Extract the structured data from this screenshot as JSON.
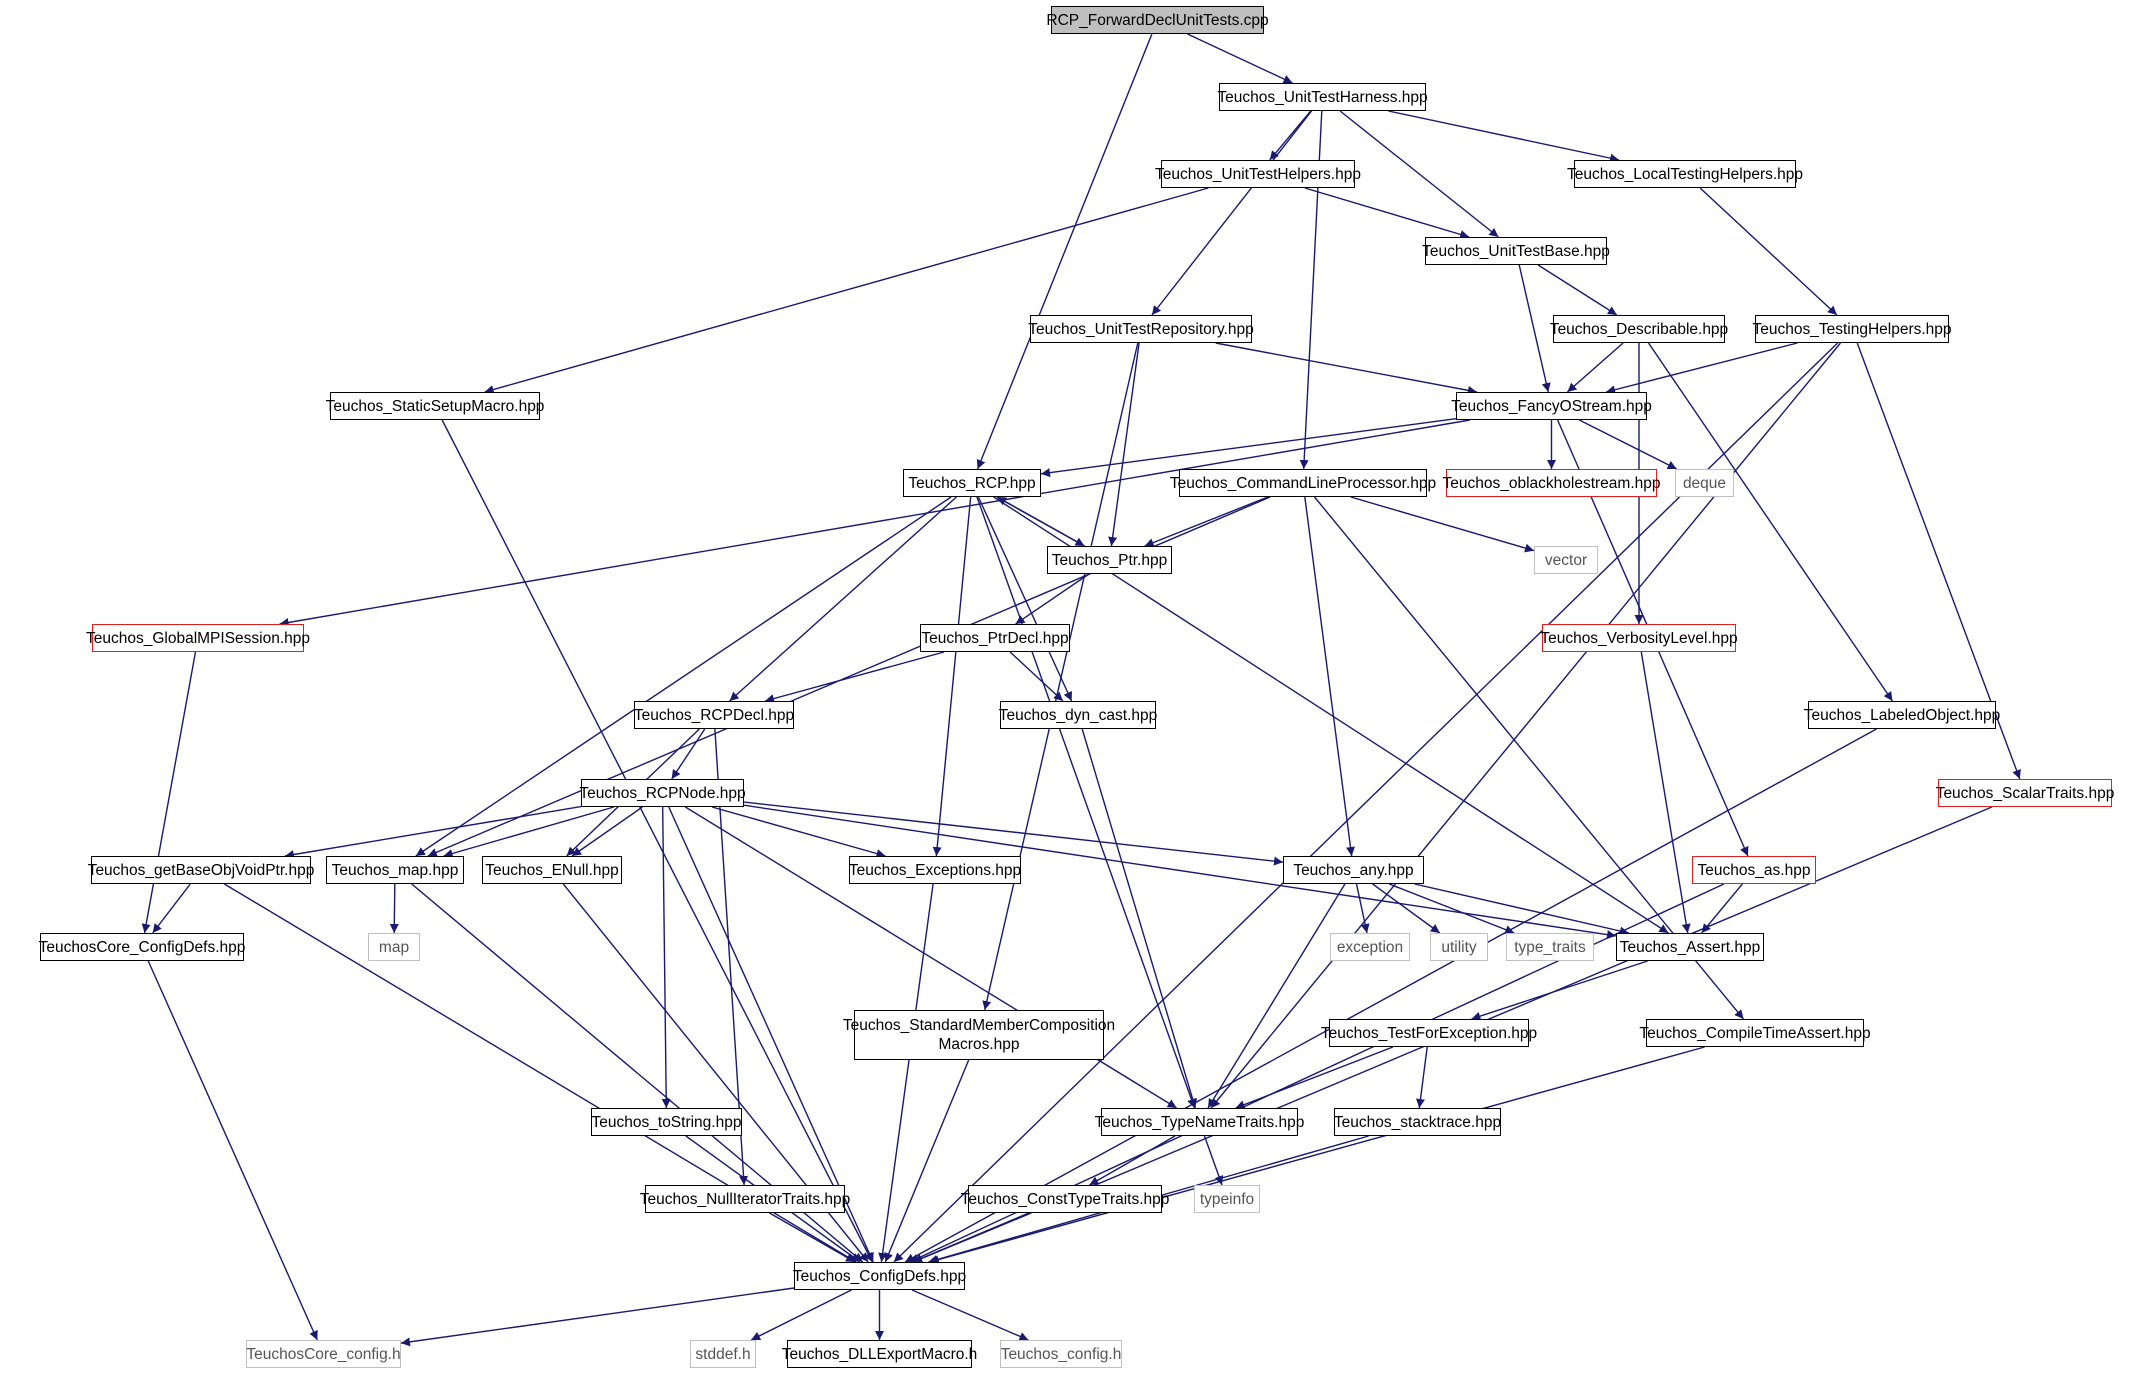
{
  "colors": {
    "edge": "#191970",
    "node_border": "#000000",
    "root_fill": "#bfbfbf",
    "highlight_border": "#e11d1d",
    "external_border": "#c0c0c0"
  },
  "nodes": {
    "root": {
      "label": "RCP_ForwardDeclUnitTests.cpp",
      "kind": "root"
    },
    "harness": {
      "label": "Teuchos_UnitTestHarness.hpp",
      "kind": "normal"
    },
    "helpers": {
      "label": "Teuchos_UnitTestHelpers.hpp",
      "kind": "normal"
    },
    "localtesting": {
      "label": "Teuchos_LocalTestingHelpers.hpp",
      "kind": "normal"
    },
    "unittestbase": {
      "label": "Teuchos_UnitTestBase.hpp",
      "kind": "normal"
    },
    "repository": {
      "label": "Teuchos_UnitTestRepository.hpp",
      "kind": "normal"
    },
    "describable": {
      "label": "Teuchos_Describable.hpp",
      "kind": "normal"
    },
    "testinghelpers": {
      "label": "Teuchos_TestingHelpers.hpp",
      "kind": "normal"
    },
    "staticsetup": {
      "label": "Teuchos_StaticSetupMacro.hpp",
      "kind": "normal"
    },
    "fancyostream": {
      "label": "Teuchos_FancyOStream.hpp",
      "kind": "normal"
    },
    "rcp": {
      "label": "Teuchos_RCP.hpp",
      "kind": "normal"
    },
    "cmdline": {
      "label": "Teuchos_CommandLineProcessor.hpp",
      "kind": "normal"
    },
    "oblackhole": {
      "label": "Teuchos_oblackholestream.hpp",
      "kind": "red"
    },
    "deque": {
      "label": "deque",
      "kind": "external"
    },
    "ptr": {
      "label": "Teuchos_Ptr.hpp",
      "kind": "normal"
    },
    "vector": {
      "label": "vector",
      "kind": "external"
    },
    "globalmpi": {
      "label": "Teuchos_GlobalMPISession.hpp",
      "kind": "red"
    },
    "ptrdecl": {
      "label": "Teuchos_PtrDecl.hpp",
      "kind": "normal"
    },
    "verbosity": {
      "label": "Teuchos_VerbosityLevel.hpp",
      "kind": "red"
    },
    "rcpdecl": {
      "label": "Teuchos_RCPDecl.hpp",
      "kind": "normal"
    },
    "dyncast": {
      "label": "Teuchos_dyn_cast.hpp",
      "kind": "normal"
    },
    "labeledobject": {
      "label": "Teuchos_LabeledObject.hpp",
      "kind": "normal"
    },
    "rcpnode": {
      "label": "Teuchos_RCPNode.hpp",
      "kind": "normal"
    },
    "scalartraits": {
      "label": "Teuchos_ScalarTraits.hpp",
      "kind": "red"
    },
    "getbaseobj": {
      "label": "Teuchos_getBaseObjVoidPtr.hpp",
      "kind": "normal"
    },
    "map_hpp": {
      "label": "Teuchos_map.hpp",
      "kind": "normal"
    },
    "enull": {
      "label": "Teuchos_ENull.hpp",
      "kind": "normal"
    },
    "exceptions": {
      "label": "Teuchos_Exceptions.hpp",
      "kind": "normal"
    },
    "any": {
      "label": "Teuchos_any.hpp",
      "kind": "normal"
    },
    "as": {
      "label": "Teuchos_as.hpp",
      "kind": "red"
    },
    "coreconfigdefs": {
      "label": "TeuchosCore_ConfigDefs.hpp",
      "kind": "normal"
    },
    "map": {
      "label": "map",
      "kind": "external"
    },
    "exception": {
      "label": "exception",
      "kind": "external"
    },
    "utility": {
      "label": "utility",
      "kind": "external"
    },
    "type_traits": {
      "label": "type_traits",
      "kind": "external"
    },
    "assert": {
      "label": "Teuchos_Assert.hpp",
      "kind": "normal"
    },
    "stdmember": {
      "label": "Teuchos_StandardMemberComposition Macros.hpp",
      "kind": "normal"
    },
    "testforexc": {
      "label": "Teuchos_TestForException.hpp",
      "kind": "normal"
    },
    "compiletime": {
      "label": "Teuchos_CompileTimeAssert.hpp",
      "kind": "normal"
    },
    "tostring": {
      "label": "Teuchos_toString.hpp",
      "kind": "normal"
    },
    "typename": {
      "label": "Teuchos_TypeNameTraits.hpp",
      "kind": "normal"
    },
    "stacktrace": {
      "label": "Teuchos_stacktrace.hpp",
      "kind": "normal"
    },
    "nulliter": {
      "label": "Teuchos_NullIteratorTraits.hpp",
      "kind": "normal"
    },
    "consttype": {
      "label": "Teuchos_ConstTypeTraits.hpp",
      "kind": "normal"
    },
    "typeinfo": {
      "label": "typeinfo",
      "kind": "external"
    },
    "configdefs": {
      "label": "Teuchos_ConfigDefs.hpp",
      "kind": "normal"
    },
    "coreconfig": {
      "label": "TeuchosCore_config.h",
      "kind": "external"
    },
    "stddef": {
      "label": "stddef.h",
      "kind": "external"
    },
    "dllexport": {
      "label": "Teuchos_DLLExportMacro.h",
      "kind": "normal"
    },
    "config": {
      "label": "Teuchos_config.h",
      "kind": "external"
    }
  },
  "edges": [
    [
      "root",
      "harness"
    ],
    [
      "root",
      "rcp"
    ],
    [
      "harness",
      "helpers"
    ],
    [
      "harness",
      "localtesting"
    ],
    [
      "harness",
      "unittestbase"
    ],
    [
      "harness",
      "repository"
    ],
    [
      "harness",
      "cmdline"
    ],
    [
      "helpers",
      "unittestbase"
    ],
    [
      "helpers",
      "staticsetup"
    ],
    [
      "localtesting",
      "testinghelpers"
    ],
    [
      "unittestbase",
      "describable"
    ],
    [
      "unittestbase",
      "fancyostream"
    ],
    [
      "repository",
      "fancyostream"
    ],
    [
      "repository",
      "ptr"
    ],
    [
      "repository",
      "stdmember"
    ],
    [
      "describable",
      "fancyostream"
    ],
    [
      "describable",
      "verbosity"
    ],
    [
      "describable",
      "labeledobject"
    ],
    [
      "testinghelpers",
      "fancyostream"
    ],
    [
      "testinghelpers",
      "typename"
    ],
    [
      "testinghelpers",
      "scalartraits"
    ],
    [
      "testinghelpers",
      "configdefs"
    ],
    [
      "staticsetup",
      "configdefs"
    ],
    [
      "fancyostream",
      "rcp"
    ],
    [
      "fancyostream",
      "globalmpi"
    ],
    [
      "fancyostream",
      "oblackhole"
    ],
    [
      "fancyostream",
      "deque"
    ],
    [
      "fancyostream",
      "as"
    ],
    [
      "rcp",
      "ptr"
    ],
    [
      "rcp",
      "rcpdecl"
    ],
    [
      "rcp",
      "map_hpp"
    ],
    [
      "rcp",
      "exceptions"
    ],
    [
      "rcp",
      "typename"
    ],
    [
      "rcp",
      "dyncast"
    ],
    [
      "rcp",
      "assert"
    ],
    [
      "cmdline",
      "ptr"
    ],
    [
      "cmdline",
      "map_hpp"
    ],
    [
      "cmdline",
      "vector"
    ],
    [
      "cmdline",
      "any"
    ],
    [
      "cmdline",
      "compiletime"
    ],
    [
      "ptr",
      "rcp"
    ],
    [
      "ptr",
      "ptrdecl"
    ],
    [
      "globalmpi",
      "coreconfigdefs"
    ],
    [
      "ptrdecl",
      "rcpdecl"
    ],
    [
      "ptrdecl",
      "dyncast"
    ],
    [
      "verbosity",
      "assert"
    ],
    [
      "rcpdecl",
      "rcpnode"
    ],
    [
      "rcpdecl",
      "enull"
    ],
    [
      "rcpdecl",
      "nulliter"
    ],
    [
      "dyncast",
      "typename"
    ],
    [
      "labeledobject",
      "configdefs"
    ],
    [
      "rcpnode",
      "getbaseobj"
    ],
    [
      "rcpnode",
      "map_hpp"
    ],
    [
      "rcpnode",
      "enull"
    ],
    [
      "rcpnode",
      "exceptions"
    ],
    [
      "rcpnode",
      "any"
    ],
    [
      "rcpnode",
      "assert"
    ],
    [
      "rcpnode",
      "tostring"
    ],
    [
      "rcpnode",
      "typename"
    ],
    [
      "rcpnode",
      "configdefs"
    ],
    [
      "scalartraits",
      "configdefs"
    ],
    [
      "getbaseobj",
      "coreconfigdefs"
    ],
    [
      "getbaseobj",
      "configdefs"
    ],
    [
      "map_hpp",
      "map"
    ],
    [
      "map_hpp",
      "configdefs"
    ],
    [
      "enull",
      "configdefs"
    ],
    [
      "exceptions",
      "configdefs"
    ],
    [
      "any",
      "exception"
    ],
    [
      "any",
      "utility"
    ],
    [
      "any",
      "type_traits"
    ],
    [
      "any",
      "assert"
    ],
    [
      "any",
      "typename"
    ],
    [
      "as",
      "assert"
    ],
    [
      "as",
      "configdefs"
    ],
    [
      "coreconfigdefs",
      "coreconfig"
    ],
    [
      "assert",
      "testforexc"
    ],
    [
      "stdmember",
      "configdefs"
    ],
    [
      "testforexc",
      "typename"
    ],
    [
      "testforexc",
      "stacktrace"
    ],
    [
      "compiletime",
      "configdefs"
    ],
    [
      "tostring",
      "configdefs"
    ],
    [
      "typename",
      "consttype"
    ],
    [
      "typename",
      "typeinfo"
    ],
    [
      "stacktrace",
      "configdefs"
    ],
    [
      "nulliter",
      "configdefs"
    ],
    [
      "consttype",
      "configdefs"
    ],
    [
      "configdefs",
      "coreconfig"
    ],
    [
      "configdefs",
      "stddef"
    ],
    [
      "configdefs",
      "dllexport"
    ],
    [
      "configdefs",
      "config"
    ]
  ]
}
